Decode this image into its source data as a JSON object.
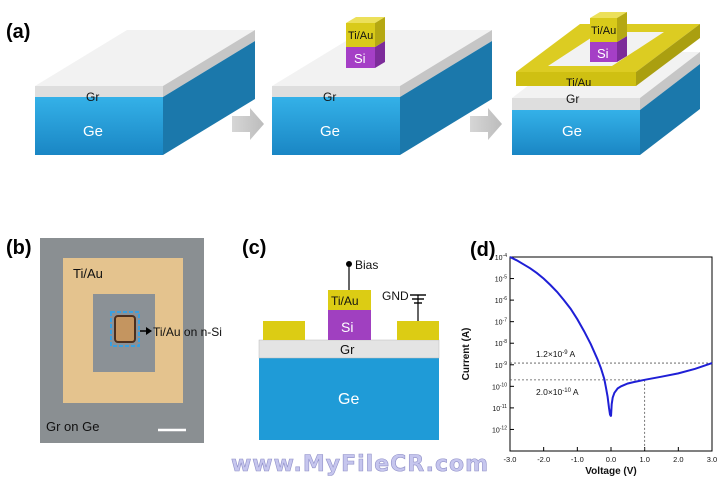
{
  "panel_a": {
    "label": "(a)",
    "graphene": "Gr",
    "substrate": "Ge",
    "metal": "Ti/Au",
    "silicon": "Si"
  },
  "panel_b": {
    "label": "(b)",
    "ti_au": "Ti/Au",
    "ti_au_on_si": "Ti/Au on n-Si",
    "gr_on_ge": "Gr on Ge"
  },
  "panel_c": {
    "label": "(c)",
    "bias": "Bias",
    "gnd": "GND",
    "metal": "Ti/Au",
    "silicon": "Si",
    "graphene": "Gr",
    "substrate": "Ge"
  },
  "watermark": "www.MyFileCR.com",
  "chart_data": {
    "type": "line",
    "panel_label": "(d)",
    "xlabel": "Voltage (V)",
    "ylabel": "Current (A)",
    "xlim": [
      -3.0,
      3.0
    ],
    "ylim_log10": [
      -13,
      -4
    ],
    "y_log_scale": true,
    "x_ticks": [
      "-3.0",
      "-2.0",
      "-1.0",
      "0.0",
      "1.0",
      "2.0",
      "3.0"
    ],
    "y_ticks": [
      {
        "base": "10",
        "exp": "-4"
      },
      {
        "base": "10",
        "exp": "-5"
      },
      {
        "base": "10",
        "exp": "-6"
      },
      {
        "base": "10",
        "exp": "-7"
      },
      {
        "base": "10",
        "exp": "-8"
      },
      {
        "base": "10",
        "exp": "-9"
      },
      {
        "base": "10",
        "exp": "-10"
      },
      {
        "base": "10",
        "exp": "-11"
      },
      {
        "base": "10",
        "exp": "-12"
      }
    ],
    "series": [
      {
        "color": "#1f1fd6",
        "x": [
          -3.0,
          -2.8,
          -2.6,
          -2.4,
          -2.2,
          -2.0,
          -1.8,
          -1.6,
          -1.4,
          -1.2,
          -1.0,
          -0.8,
          -0.6,
          -0.4,
          -0.3,
          -0.2,
          -0.15,
          -0.1,
          -0.06,
          -0.03,
          0.0,
          0.02,
          0.05,
          0.1,
          0.2,
          0.3,
          0.5,
          0.7,
          1.0,
          1.5,
          2.0,
          2.5,
          3.0
        ],
        "y": [
          0.0001,
          7e-05,
          4.6e-05,
          3e-05,
          1.8e-05,
          1e-05,
          5e-06,
          2.4e-06,
          1e-06,
          4e-07,
          1.3e-07,
          3.6e-08,
          9e-09,
          1.8e-09,
          7e-10,
          2.2e-10,
          9e-11,
          3.3e-11,
          1e-11,
          5e-12,
          4e-12,
          1.5e-11,
          3e-11,
          5e-11,
          8e-11,
          1e-10,
          1.35e-10,
          1.6e-10,
          2e-10,
          2.8e-10,
          4e-10,
          6.5e-10,
          1.2e-09
        ]
      }
    ],
    "annotations": [
      {
        "text": "1.2×10",
        "sup": "-9",
        "unit": " A",
        "value": 1.2e-09,
        "at_voltage": 3.0
      },
      {
        "text": "2.0×10",
        "sup": "-10",
        "unit": " A",
        "value": 2e-10,
        "at_voltage": 1.0
      }
    ]
  },
  "colors": {
    "ge_front": "#1f9bd7",
    "ge_side": "#1c7fb0",
    "ge_top": "#45b8e6",
    "graphene": "#e4e4e4",
    "ti_au": "#dccc14",
    "si": "#a040c0",
    "curve": "#1f1fd6"
  }
}
